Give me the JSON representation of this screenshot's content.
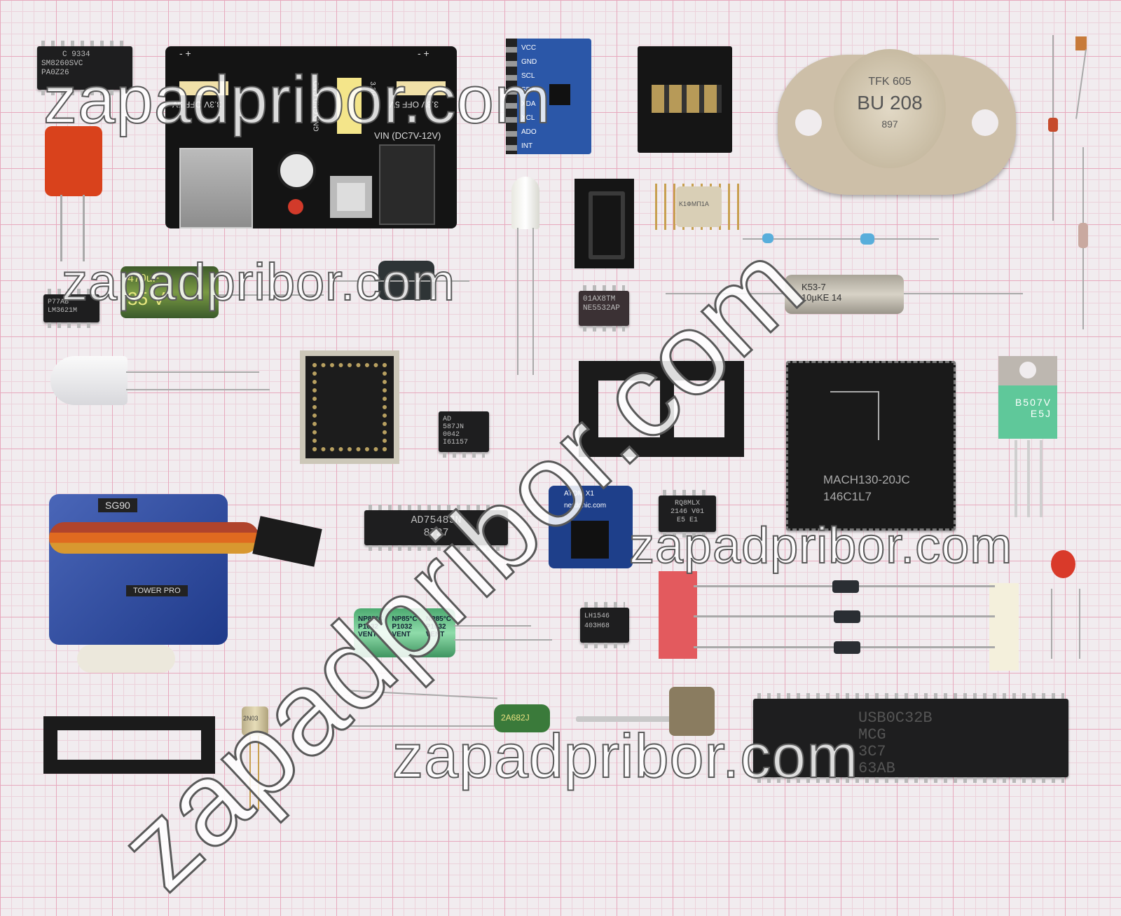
{
  "components": {
    "soic_top_left": {
      "line1": "C 9334",
      "line2": "SM8260SVC",
      "line3": "PA0Z26"
    },
    "power_module": {
      "vin": "VIN (DC7V-12V)",
      "left_sel": "3.3V OFF 5V",
      "right_sel": "3.3V OFF 5V",
      "gnd": "GND GND GND",
      "v33": "3.3V",
      "pm_left": "- +",
      "pm_right": "- +"
    },
    "gy521": {
      "pins": [
        "VCC",
        "GND",
        "SCL",
        "SDA",
        "XDA",
        "XCL",
        "ADO",
        "INT"
      ]
    },
    "to3_transistor": {
      "line1": "TFK 605",
      "line2": "BU 208",
      "line3": "897"
    },
    "soic_small": {
      "line1": "P77AB",
      "line2": "LM3621M"
    },
    "electrolytic_cap": {
      "value": "470uF",
      "voltage": "35 V"
    },
    "relay": {
      "label": "K1ФМП1А"
    },
    "dip8_ne5532": {
      "line1": "01AX8TM",
      "line2": "NE5532AP"
    },
    "k53_cap": {
      "line1": "K53-7",
      "line2": "10µKE 14"
    },
    "ad587": {
      "line1": "AD",
      "line2": "587JN",
      "line3": "0042",
      "line4": "I61157"
    },
    "mach130": {
      "line1": "MACH130-20JC",
      "line2": "146C1L7"
    },
    "to220": {
      "line1": "B507V",
      "line2": "E5J"
    },
    "servo": {
      "label": "SG90",
      "brand": "TOWER PRO"
    },
    "ad7548": {
      "line1": "AD7548JN",
      "line2": "8727"
    },
    "atom": {
      "line1": "ATOM X1",
      "line2": "nerdonic.com"
    },
    "rq8mlx": {
      "line1": "RQ8MLX",
      "line2": "2146 V01",
      "line3": "E5  E1"
    },
    "np_caps": {
      "labels": [
        "NP85°C",
        "NP85°C",
        "NP85°C"
      ],
      "code": "P1032",
      "vent": "VENT"
    },
    "lh1546": {
      "line1": "LH1546",
      "line2": "403H68"
    },
    "film_cap": {
      "label": "2A682J"
    },
    "dip40": {
      "line1": "USB0C32B",
      "line2": "MCG",
      "line3": "3C7",
      "line4": "63AB"
    },
    "to18": {
      "label": "2N03"
    }
  },
  "watermark": {
    "text": "zapadpribor.com"
  },
  "colors": {
    "pcb": "#151515",
    "pcb_blue": "#1e3f8a",
    "green_tab": "#5fc89a",
    "varistor": "#d9421c"
  }
}
